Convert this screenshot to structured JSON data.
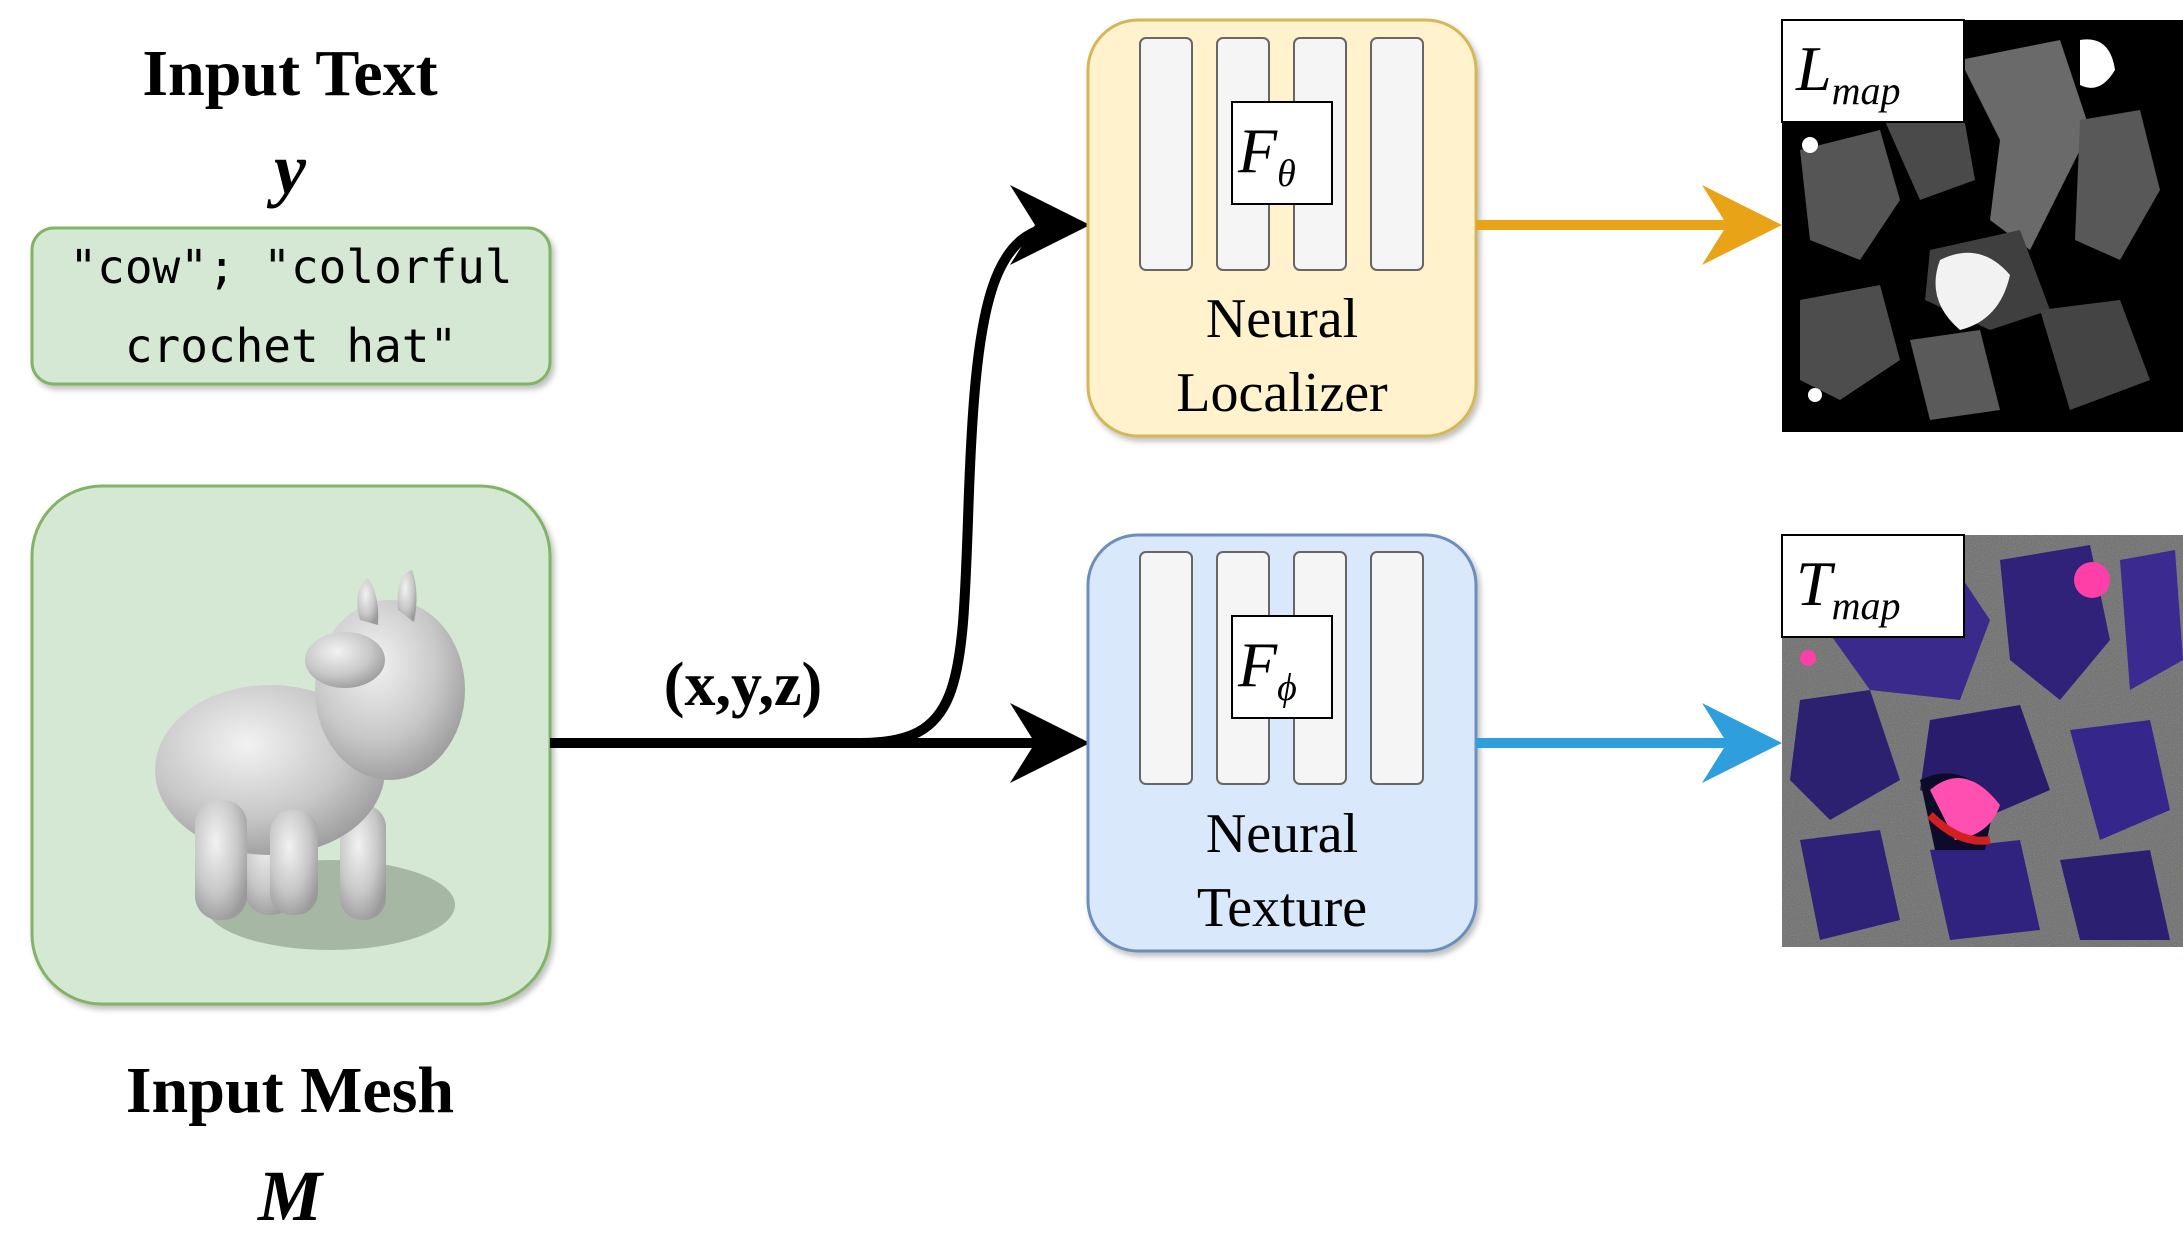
{
  "input_text": {
    "title": "Input Text",
    "symbol": "y",
    "prompt_line1": "\"cow\"; \"colorful",
    "prompt_line2": "crochet hat\"",
    "box_color": "#d5e8d4",
    "box_border": "#82b366"
  },
  "input_mesh": {
    "title": "Input Mesh",
    "symbol": "M",
    "box_color": "#d5e8d4",
    "box_border": "#82b366",
    "object": "cow"
  },
  "coords_label": "(x,y,z)",
  "localizer": {
    "label_line1": "Neural",
    "label_line2": "Localizer",
    "network_symbol": "F",
    "network_subscript": "θ",
    "box_color": "#fff2cc",
    "box_border": "#d6b656",
    "output_arrow_color": "#e8a317"
  },
  "texture": {
    "label_line1": "Neural",
    "label_line2": "Texture",
    "network_symbol": "F",
    "network_subscript": "ϕ",
    "box_color": "#dae8fc",
    "box_border": "#6c8ebf",
    "output_arrow_color": "#2e9fdc"
  },
  "l_map": {
    "label_main": "L",
    "label_sub": "map"
  },
  "t_map": {
    "label_main": "T",
    "label_sub": "map"
  }
}
